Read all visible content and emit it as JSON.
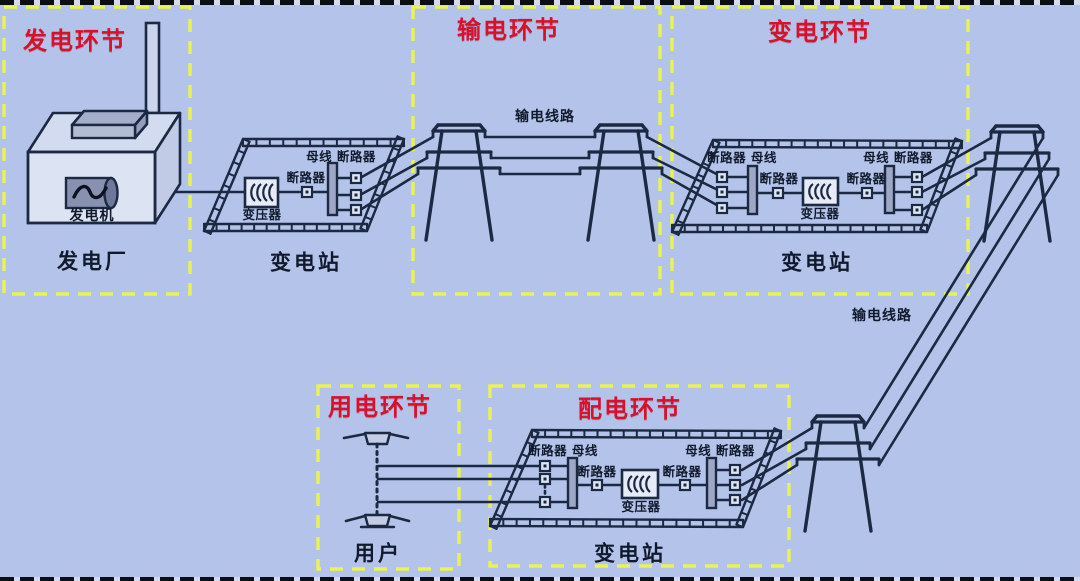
{
  "colors": {
    "background": "#b4c3ea",
    "line": "#1c2942",
    "zone_border": "#eaf351",
    "title_red": "#d8112b",
    "label_dark": "#111a2c",
    "metal_gray": "#9ea7c6",
    "component_fill": "#e6ebf7",
    "breaker_fill": "#dde4f2",
    "building_front": "#dce3f3",
    "building_top": "#d2dbf0",
    "building_side": "#c1cbe6",
    "slab_front": "#b3bbd3",
    "slab_top": "#a4aecb",
    "slab_side": "#949ebd",
    "chimney_fill": "#cbd4ec",
    "cylinder_fill": "#8991b0",
    "cylinder_end": "#6f779a",
    "user_fill": "#c4cde6"
  },
  "sections": {
    "generation": {
      "title": "发电环节"
    },
    "transmission": {
      "title": "输电环节",
      "line_label_top": "输电线路",
      "line_label_right": "输电线路"
    },
    "transformation": {
      "title": "变电环节"
    },
    "consumption": {
      "title": "用电环节",
      "user_label": "用户"
    },
    "distribution": {
      "title": "配电环节"
    }
  },
  "plant": {
    "name": "发电厂",
    "generator_label": "发电机"
  },
  "substations": [
    {
      "name": "变电站",
      "labels": [
        "母线 断路器",
        "断路器",
        "变压器"
      ]
    },
    {
      "name": "变电站",
      "labels": [
        "断路器 母线",
        "断路器",
        "变压器",
        "断路器",
        "母线 断路器"
      ]
    },
    {
      "name": "变电站",
      "labels": [
        "断路器 母线",
        "断路器",
        "变压器",
        "断路器",
        "母线 断路器"
      ]
    }
  ]
}
